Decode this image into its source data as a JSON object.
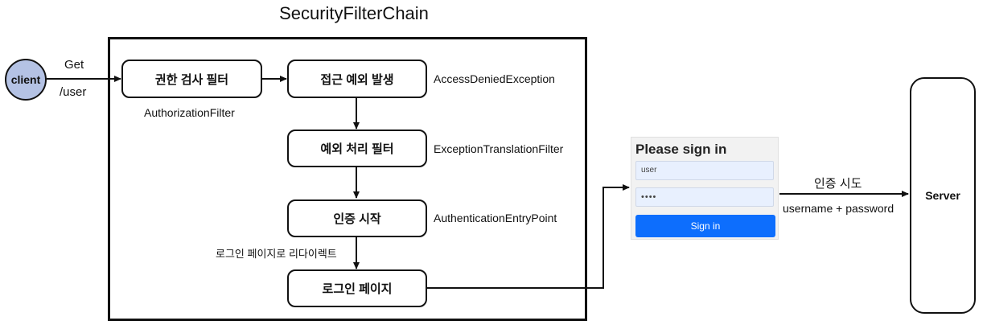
{
  "title": "SecurityFilterChain",
  "client": {
    "label": "client",
    "request_method": "Get",
    "request_path": "/user"
  },
  "nodes": {
    "authorization": {
      "label": "권한 검사 필터",
      "caption": "AuthorizationFilter"
    },
    "access_denied": {
      "label": "접근 예외 발생",
      "caption": "AccessDeniedException"
    },
    "exception_handling": {
      "label": "예외 처리 필터",
      "caption": "ExceptionTranslationFilter"
    },
    "auth_start": {
      "label": "인증 시작",
      "caption": "AuthenticationEntryPoint"
    },
    "login_page": {
      "label": "로그인 페이지"
    }
  },
  "redirect_label": "로그인 페이지로 리다이렉트",
  "login_form": {
    "title": "Please sign in",
    "username_value": "user",
    "password_value": "••••",
    "button_label": "Sign in"
  },
  "auth_attempt": {
    "label": "인증 시도",
    "sublabel": "username + password"
  },
  "server": {
    "label": "Server"
  },
  "colors": {
    "client_fill": "#b4c2e4",
    "signin_button": "#0d6efd",
    "input_fill": "#e8f0fe"
  }
}
